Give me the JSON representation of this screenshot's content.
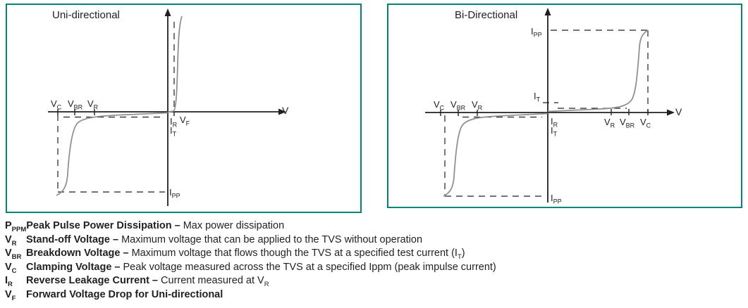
{
  "colors": {
    "panel_border": "#008578",
    "curve": "#919191",
    "axis": "#231f20"
  },
  "left_panel": {
    "title": "Uni-directional",
    "axis_v": "V",
    "labels": {
      "vc": {
        "m": "V",
        "s": "C"
      },
      "vbr": {
        "m": "V",
        "s": "BR"
      },
      "vr": {
        "m": "V",
        "s": "R"
      },
      "ir": {
        "m": "I",
        "s": "R"
      },
      "it": {
        "m": "I",
        "s": "T"
      },
      "vf": {
        "m": "V",
        "s": "F"
      },
      "ipp": {
        "m": "I",
        "s": "PP"
      }
    }
  },
  "right_panel": {
    "title": "Bi-Directional",
    "axis_v": "V",
    "labels": {
      "ipp_top": {
        "m": "I",
        "s": "PP"
      },
      "it_left": {
        "m": "I",
        "s": "T"
      },
      "vc_left": {
        "m": "V",
        "s": "C"
      },
      "vbr_left": {
        "m": "V",
        "s": "BR"
      },
      "vr_left": {
        "m": "V",
        "s": "R"
      },
      "ir": {
        "m": "I",
        "s": "R"
      },
      "it": {
        "m": "I",
        "s": "T"
      },
      "vr_right": {
        "m": "V",
        "s": "R"
      },
      "vbr_right": {
        "m": "V",
        "s": "BR"
      },
      "vc_right": {
        "m": "V",
        "s": "C"
      },
      "ipp_bottom": {
        "m": "I",
        "s": "PP"
      }
    }
  },
  "definitions": [
    {
      "sym": "P",
      "sym_sub": "PPM",
      "term": "Peak Pulse Power Dissipation –",
      "desc_pre": " Max power dissipation",
      "desc_sub": "",
      "desc_post": ""
    },
    {
      "sym": "V",
      "sym_sub": "R",
      "term": "Stand-off Voltage –",
      "desc_pre": " Maximum voltage that can be applied to the TVS without operation",
      "desc_sub": "",
      "desc_post": ""
    },
    {
      "sym": "V",
      "sym_sub": "BR",
      "term": "Breakdown Voltage –",
      "desc_pre": " Maximum voltage that flows though the TVS at a specified test current (I",
      "desc_sub": "T",
      "desc_post": ")"
    },
    {
      "sym": "V",
      "sym_sub": "C",
      "term": "Clamping Voltage –",
      "desc_pre": " Peak voltage measured across the TVS at a specified Ippm (peak impulse current)",
      "desc_sub": "",
      "desc_post": ""
    },
    {
      "sym": "I",
      "sym_sub": "R",
      "term": "Reverse Leakage Current –",
      "desc_pre": " Current measured at V",
      "desc_sub": "R",
      "desc_post": ""
    },
    {
      "sym": "V",
      "sym_sub": "F",
      "term": "Forward Voltage Drop for Uni-directional",
      "desc_pre": "",
      "desc_sub": "",
      "desc_post": ""
    }
  ]
}
